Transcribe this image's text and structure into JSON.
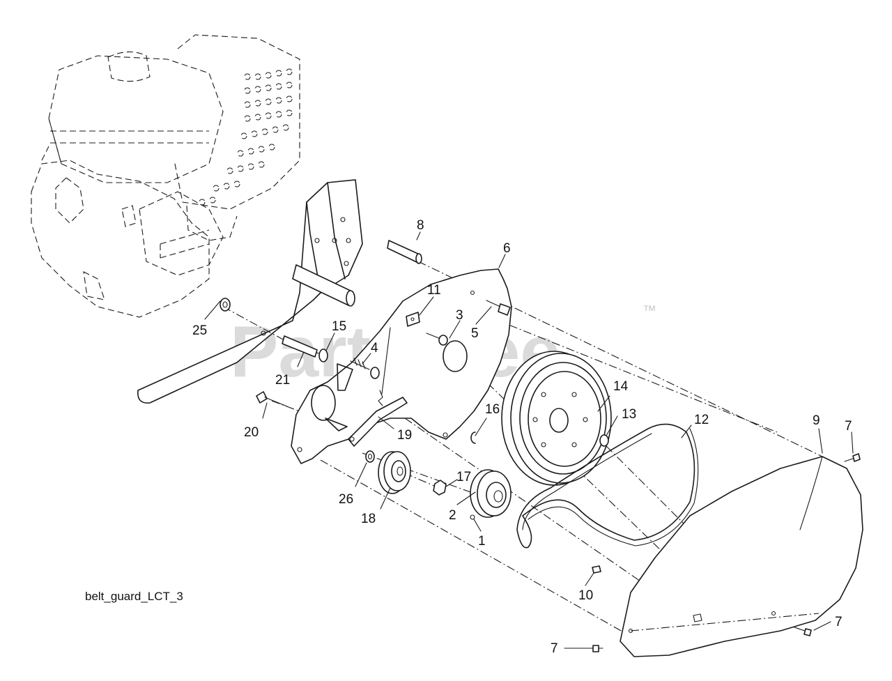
{
  "diagram": {
    "caption": "belt_guard_LCT_3",
    "watermark": "PartsTree",
    "watermark_mark": "™",
    "callouts": [
      {
        "id": "c1",
        "text": "1"
      },
      {
        "id": "c2",
        "text": "2"
      },
      {
        "id": "c3",
        "text": "3"
      },
      {
        "id": "c4",
        "text": "4"
      },
      {
        "id": "c5",
        "text": "5"
      },
      {
        "id": "c6",
        "text": "6"
      },
      {
        "id": "c7a",
        "text": "7"
      },
      {
        "id": "c7b",
        "text": "7"
      },
      {
        "id": "c7c",
        "text": "7"
      },
      {
        "id": "c8",
        "text": "8"
      },
      {
        "id": "c9",
        "text": "9"
      },
      {
        "id": "c10",
        "text": "10"
      },
      {
        "id": "c11",
        "text": "11"
      },
      {
        "id": "c12",
        "text": "12"
      },
      {
        "id": "c13",
        "text": "13"
      },
      {
        "id": "c14",
        "text": "14"
      },
      {
        "id": "c15",
        "text": "15"
      },
      {
        "id": "c16",
        "text": "16"
      },
      {
        "id": "c17",
        "text": "17"
      },
      {
        "id": "c18",
        "text": "18"
      },
      {
        "id": "c19",
        "text": "19"
      },
      {
        "id": "c20",
        "text": "20"
      },
      {
        "id": "c21",
        "text": "21"
      },
      {
        "id": "c25",
        "text": "25"
      },
      {
        "id": "c26",
        "text": "26"
      }
    ]
  }
}
